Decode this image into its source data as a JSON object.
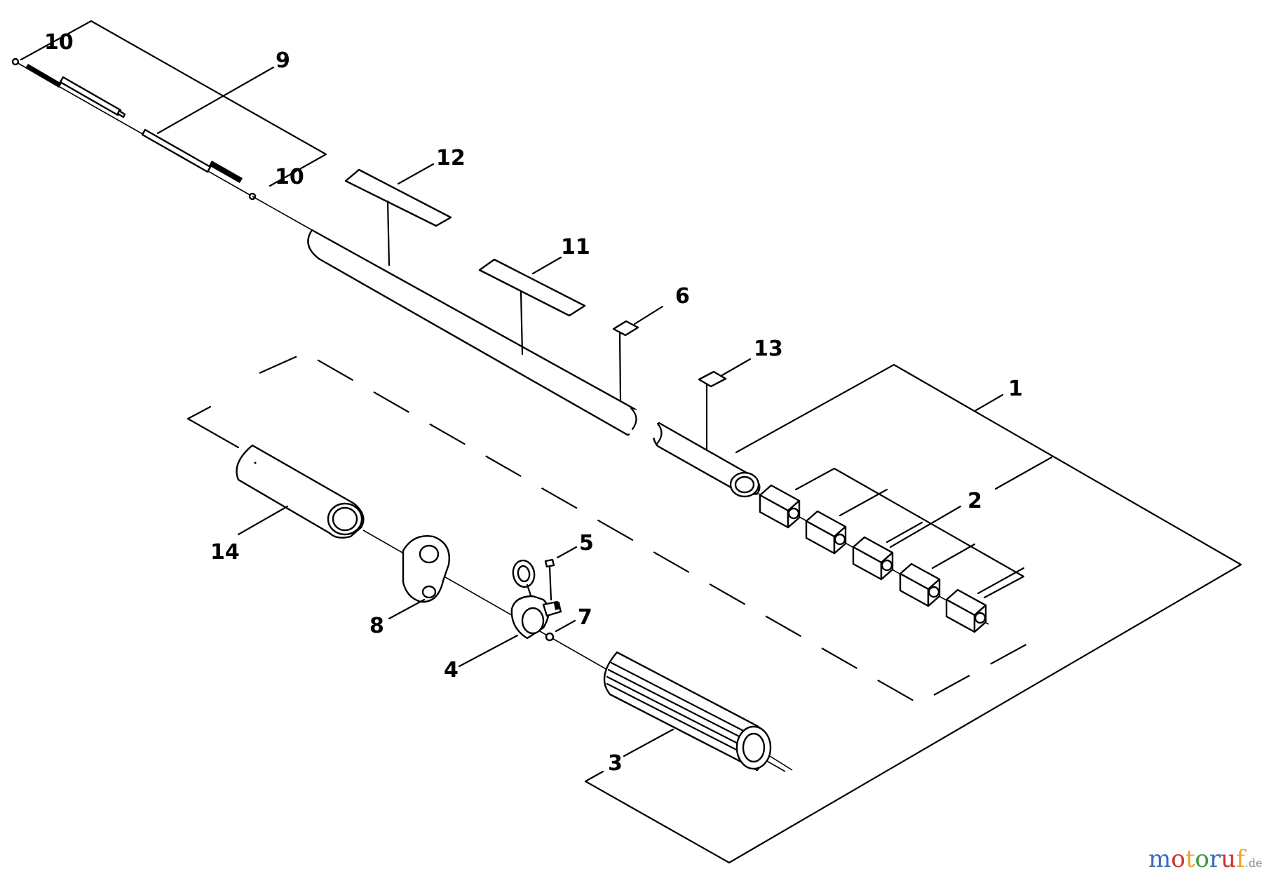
{
  "diagram": {
    "callouts": [
      {
        "id": "c1",
        "text": "1"
      },
      {
        "id": "c2",
        "text": "2"
      },
      {
        "id": "c3",
        "text": "3"
      },
      {
        "id": "c4",
        "text": "4"
      },
      {
        "id": "c5",
        "text": "5"
      },
      {
        "id": "c6",
        "text": "6"
      },
      {
        "id": "c7",
        "text": "7"
      },
      {
        "id": "c8",
        "text": "8"
      },
      {
        "id": "c9",
        "text": "9"
      },
      {
        "id": "c10a",
        "text": "10"
      },
      {
        "id": "c10b",
        "text": "10"
      },
      {
        "id": "c11",
        "text": "11"
      },
      {
        "id": "c12",
        "text": "12"
      },
      {
        "id": "c13",
        "text": "13"
      },
      {
        "id": "c14",
        "text": "14"
      }
    ]
  },
  "watermark": {
    "brand": "motoruf",
    "suffix": ".de",
    "colors": [
      "#3a6fb5",
      "#d12f2f",
      "#e8a62b",
      "#3a9a3a"
    ]
  }
}
